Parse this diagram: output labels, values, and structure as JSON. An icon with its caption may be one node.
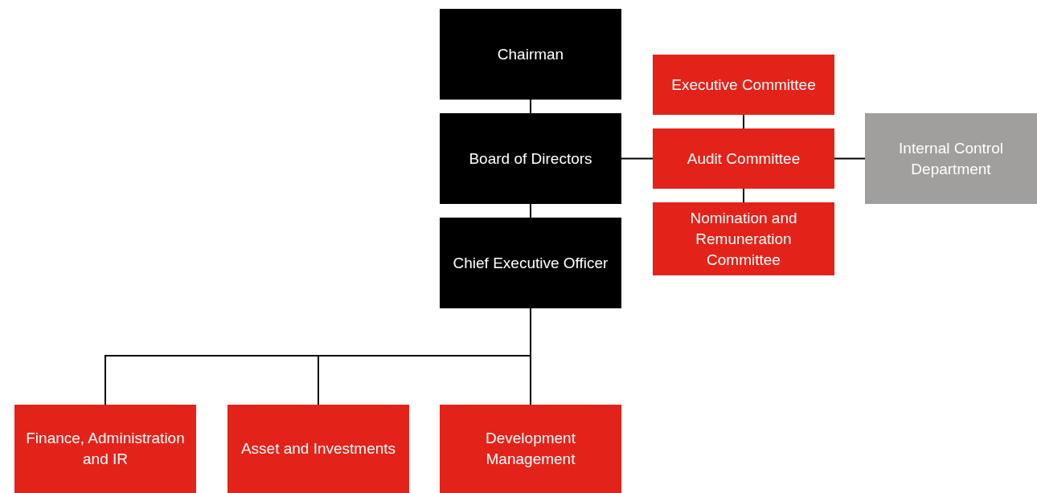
{
  "diagram": {
    "nodes": [
      {
        "text": [
          "Chairman"
        ]
      },
      {
        "text": [
          "Board of Directors"
        ]
      },
      {
        "text": [
          "Chief Executive Officer"
        ]
      },
      {
        "text": [
          "Executive Committee"
        ]
      },
      {
        "text": [
          "Audit Committee"
        ]
      },
      {
        "text": [
          "Nomination and Remuneration Committee"
        ]
      },
      {
        "text": [
          "Internal Control Department"
        ]
      },
      {
        "text": [
          "Finance, Administration and IR"
        ]
      },
      {
        "text": [
          "Asset and Investments"
        ]
      },
      {
        "text": [
          "Development Management"
        ]
      }
    ],
    "edges": [
      {
        "from": 0,
        "to": 1,
        "arrow": "none"
      },
      {
        "from": 1,
        "to": 2,
        "arrow": "none"
      },
      {
        "from": 1,
        "to": 4,
        "arrow": "none"
      },
      {
        "from": 3,
        "to": 4,
        "arrow": "none"
      },
      {
        "from": 4,
        "to": 5,
        "arrow": "none"
      },
      {
        "from": 4,
        "to": 6,
        "arrow": "none"
      },
      {
        "from": 2,
        "to": 7,
        "arrow": "none"
      },
      {
        "from": 2,
        "to": 8,
        "arrow": "none"
      },
      {
        "from": 2,
        "to": 9,
        "arrow": "none"
      }
    ]
  }
}
